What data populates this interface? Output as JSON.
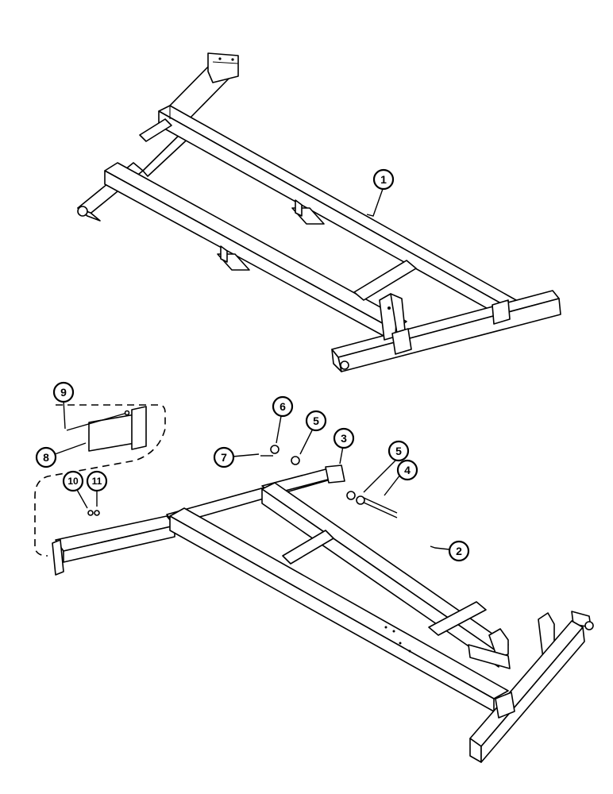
{
  "callouts": {
    "c1": "1",
    "c2": "2",
    "c3": "3",
    "c4": "4",
    "c5a": "5",
    "c5b": "5",
    "c6": "6",
    "c7": "7",
    "c8": "8",
    "c9": "9",
    "c10": "10",
    "c11": "11"
  },
  "colors": {
    "line": "#000000",
    "background": "#ffffff"
  }
}
